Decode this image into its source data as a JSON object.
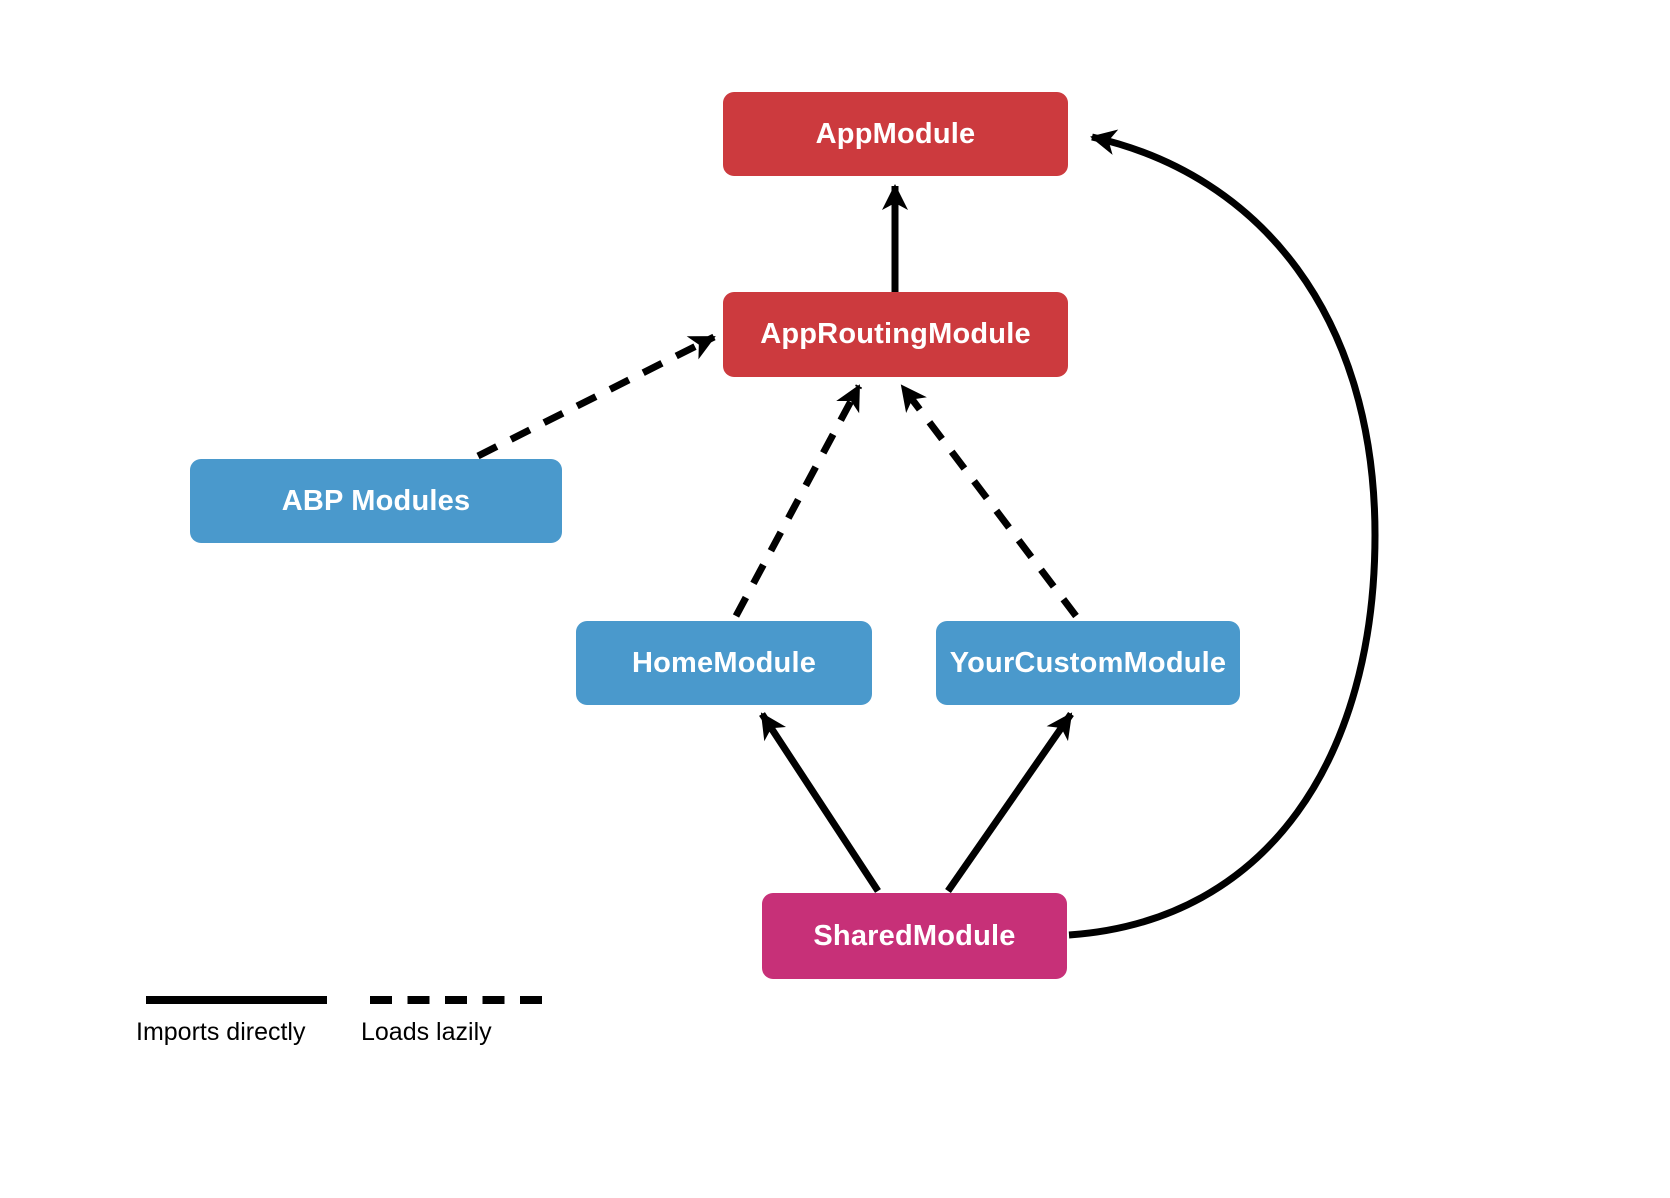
{
  "nodes": {
    "app": {
      "label": "AppModule",
      "color": "#cc3a3e"
    },
    "routing": {
      "label": "AppRoutingModule",
      "color": "#cc3a3e"
    },
    "abp": {
      "label": "ABP Modules",
      "color": "#4a99cc"
    },
    "home": {
      "label": "HomeModule",
      "color": "#4a99cc"
    },
    "custom": {
      "label": "YourCustomModule",
      "color": "#4a99cc"
    },
    "shared": {
      "label": "SharedModule",
      "color": "#c73078"
    }
  },
  "edges": [
    {
      "from": "AppRoutingModule",
      "to": "AppModule",
      "type": "imports-directly",
      "style": "solid"
    },
    {
      "from": "ABP Modules",
      "to": "AppRoutingModule",
      "type": "loads-lazily",
      "style": "dashed"
    },
    {
      "from": "HomeModule",
      "to": "AppRoutingModule",
      "type": "loads-lazily",
      "style": "dashed"
    },
    {
      "from": "YourCustomModule",
      "to": "AppRoutingModule",
      "type": "loads-lazily",
      "style": "dashed"
    },
    {
      "from": "SharedModule",
      "to": "HomeModule",
      "type": "imports-directly",
      "style": "solid"
    },
    {
      "from": "SharedModule",
      "to": "YourCustomModule",
      "type": "imports-directly",
      "style": "solid"
    },
    {
      "from": "SharedModule",
      "to": "AppModule",
      "type": "imports-directly",
      "style": "solid-curved"
    }
  ],
  "legend": {
    "imports_directly": "Imports directly",
    "loads_lazily": "Loads lazily"
  },
  "colors": {
    "edge": "#000000",
    "node_text": "#ffffff",
    "red": "#cc3a3e",
    "blue": "#4a99cc",
    "magenta": "#c73078",
    "background": "#ffffff"
  }
}
